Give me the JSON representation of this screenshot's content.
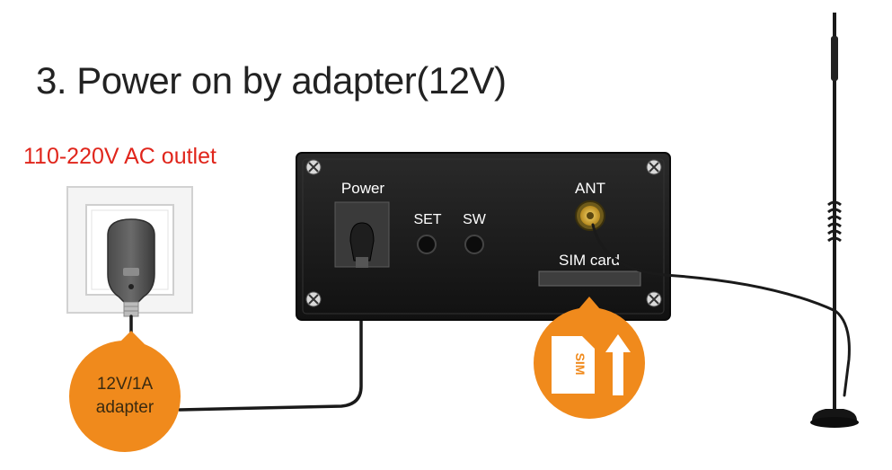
{
  "title": "3. Power on by adapter(12V)",
  "outlet_label": "110-220V  AC outlet",
  "device": {
    "power_label": "Power",
    "set_label": "SET",
    "sw_label": "SW",
    "ant_label": "ANT",
    "sim_card_label": "SIM card"
  },
  "adapter_badge": {
    "line1": "12V/1A",
    "line2": "adapter"
  },
  "sim_badge": {
    "sim_text": "SIM"
  },
  "colors": {
    "accent_orange": "#f08a1c",
    "outlet_red": "#e0251b",
    "device_body": "#1b1b1b"
  }
}
